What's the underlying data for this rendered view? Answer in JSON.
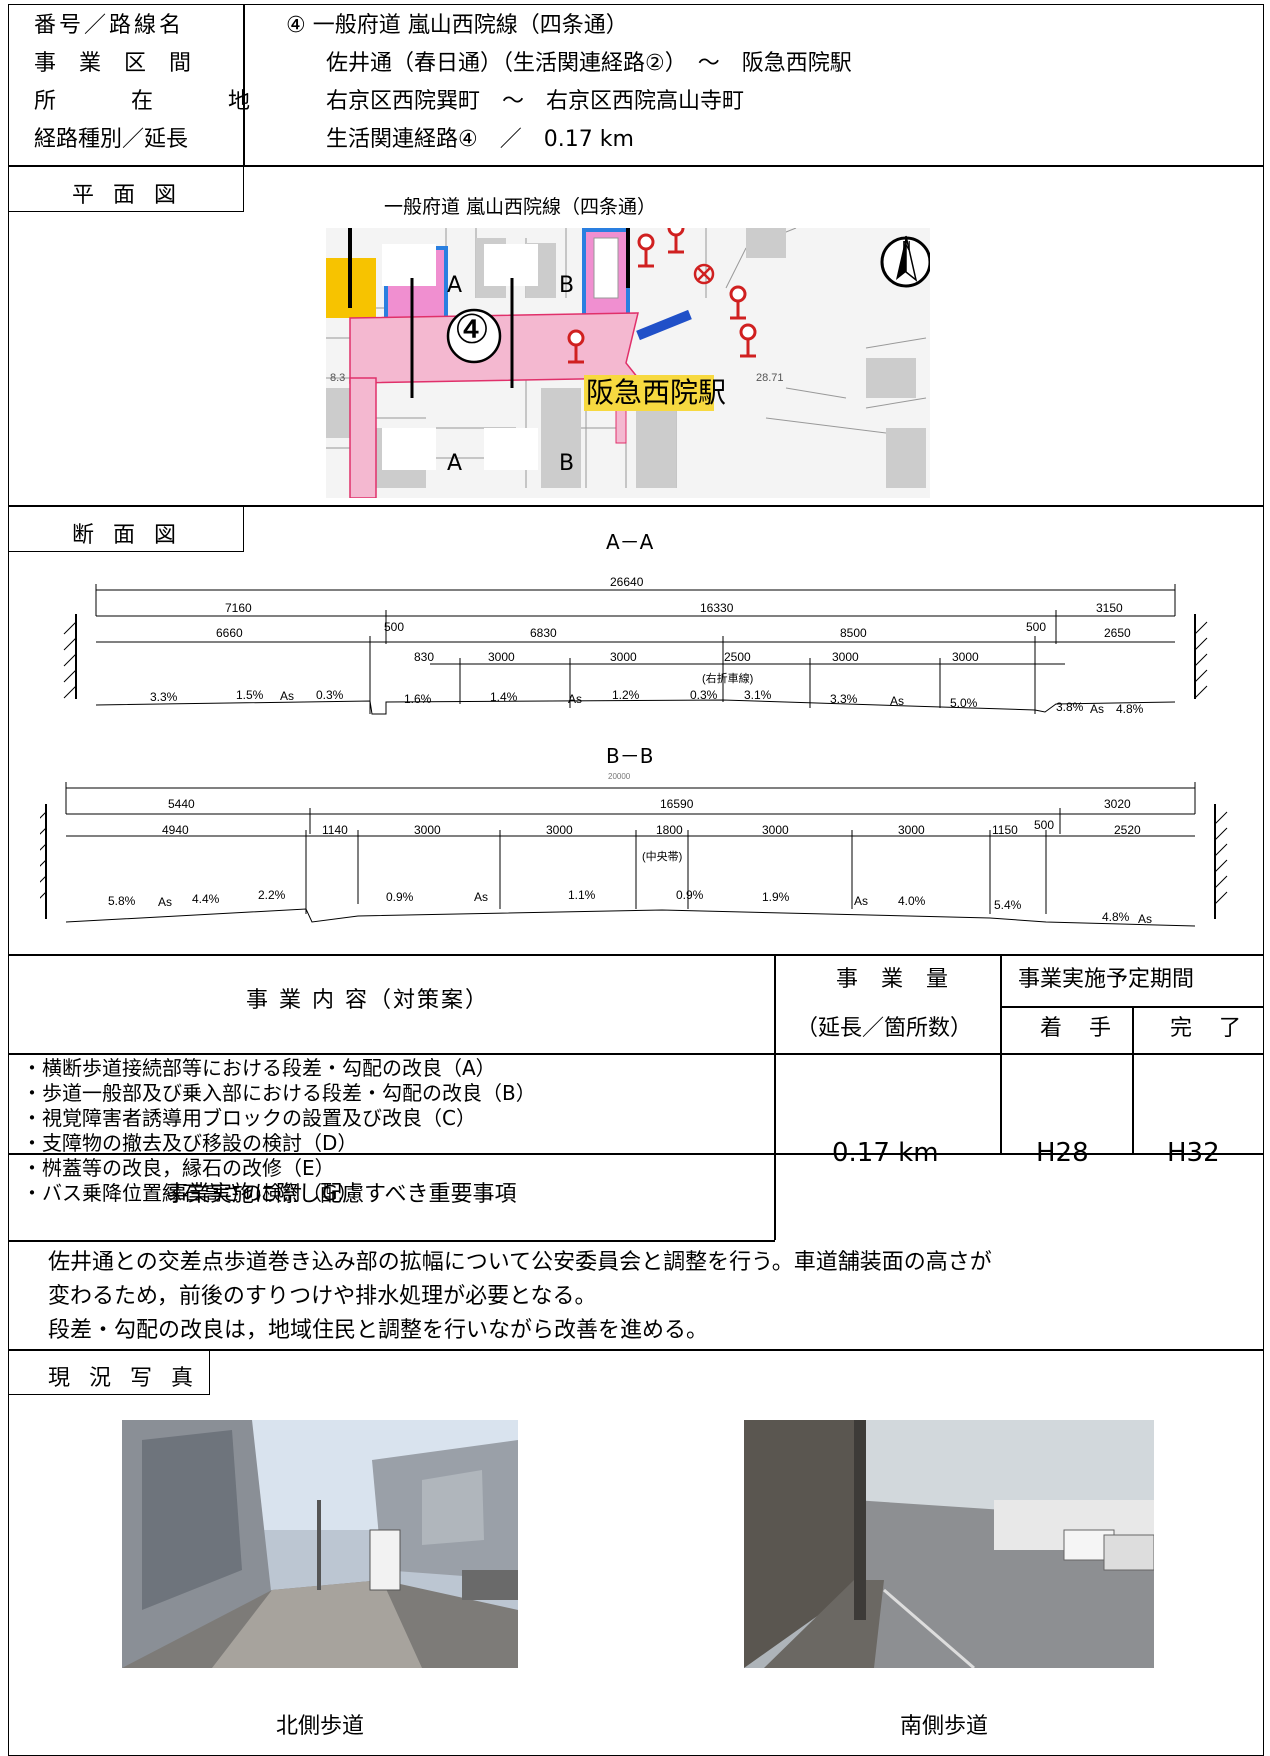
{
  "header": {
    "labels": [
      "番号／路線名",
      "事 業 区 間",
      "所 在 地",
      "経路種別／延長"
    ],
    "route_name": "④ 一般府道 嵐山西院線（四条通）",
    "section": "佐井通（春日通）（生活関連経路②）　～　阪急西院駅",
    "location": "右京区西院巽町　～　右京区西院高山寺町",
    "type_length": "生活関連経路④　／　0.17 km"
  },
  "plan": {
    "label": "平 面 図",
    "title": "一般府道 嵐山西院線（四条通）",
    "marker": "④",
    "section_a": "A",
    "section_b": "B",
    "station": "阪急西院駅",
    "north": "N",
    "map_numbers": [
      "8.3",
      "28.71"
    ]
  },
  "cross_section": {
    "label": "断 面 図",
    "aa": {
      "title": "A－A",
      "total": "26640",
      "dims_top": [
        "7160",
        "16330",
        "3150"
      ],
      "dims_mid": [
        "6660",
        "500",
        "6830",
        "8500",
        "500",
        "2650"
      ],
      "dims_lanes": [
        "830",
        "3000",
        "3000",
        "2500",
        "3000",
        "3000"
      ],
      "note": "(右折車線)",
      "slopes": [
        "3.3%",
        "1.5%",
        "As",
        "0.3%",
        "1.6%",
        "1.4%",
        "As",
        "1.2%",
        "0.3%",
        "3.1%",
        "3.3%",
        "As",
        "5.0%",
        "3.8%",
        "As",
        "4.8%"
      ]
    },
    "bb": {
      "title": "B－B",
      "total": "20000",
      "dims_top": [
        "5440",
        "16590",
        "3020"
      ],
      "dims_mid": [
        "4940",
        "1140",
        "3000",
        "3000",
        "1800",
        "3000",
        "3000",
        "1150",
        "500",
        "2520"
      ],
      "note": "(中央帯)",
      "slopes": [
        "5.8%",
        "As",
        "4.4%",
        "2.2%",
        "0.9%",
        "As",
        "1.1%",
        "0.9%",
        "1.9%",
        "As",
        "4.0%",
        "5.4%",
        "4.8%",
        "As"
      ]
    }
  },
  "project": {
    "content_header": "事 業 内 容（対策案）",
    "volume_header": "事 業 量",
    "volume_sub": "（延長／箇所数）",
    "period_header": "事業実施予定期間",
    "start_header": "着 手",
    "end_header": "完 了",
    "items": [
      "・横断歩道接続部等における段差・勾配の改良（A）",
      "・歩道一般部及び乗入部における段差・勾配の改良（B）",
      "・視覚障害者誘導用ブロックの設置及び改良（C）",
      "・支障物の撤去及び移設の検討（D）",
      "・桝蓋等の改良，縁石の改修（E）",
      "・バス乗降位置縁石高さの検討（G）"
    ],
    "volume": "0.17 km",
    "start": "H28",
    "end": "H32"
  },
  "notes": {
    "header": "事業実施に際し配慮すべき重要事項",
    "lines": [
      "佐井通との交差点歩道巻き込み部の拡幅について公安委員会と調整を行う。車道舗装面の高さが",
      "変わるため，前後のすりつけや排水処理が必要となる。",
      "段差・勾配の改良は，地域住民と調整を行いながら改善を進める。"
    ]
  },
  "photos": {
    "label": "現 況 写 真",
    "north_caption": "北側歩道",
    "south_caption": "南側歩道"
  }
}
